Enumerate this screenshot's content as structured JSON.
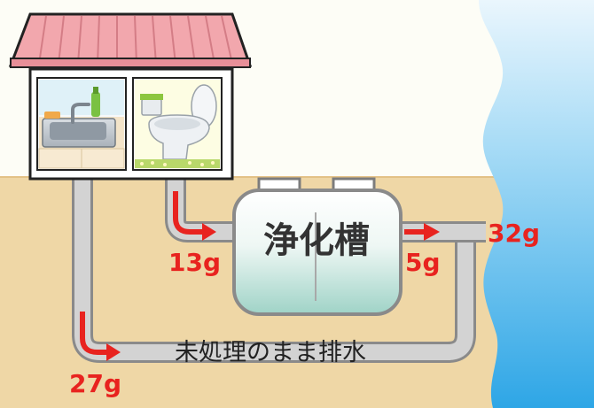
{
  "diagram": {
    "tank_label": "浄化槽",
    "untreated_label": "未処理のまま排水",
    "toilet_amount": "13g",
    "tank_out_amount": "5g",
    "river_amount": "32g",
    "kitchen_amount": "27g"
  },
  "colors": {
    "arrow": "#e8231f",
    "soil": "#efd7a6",
    "sky": "#fdfdf6",
    "pipe": "#c9c9c9",
    "roof": "#f2a7ad",
    "river": "#7cc9ef"
  }
}
